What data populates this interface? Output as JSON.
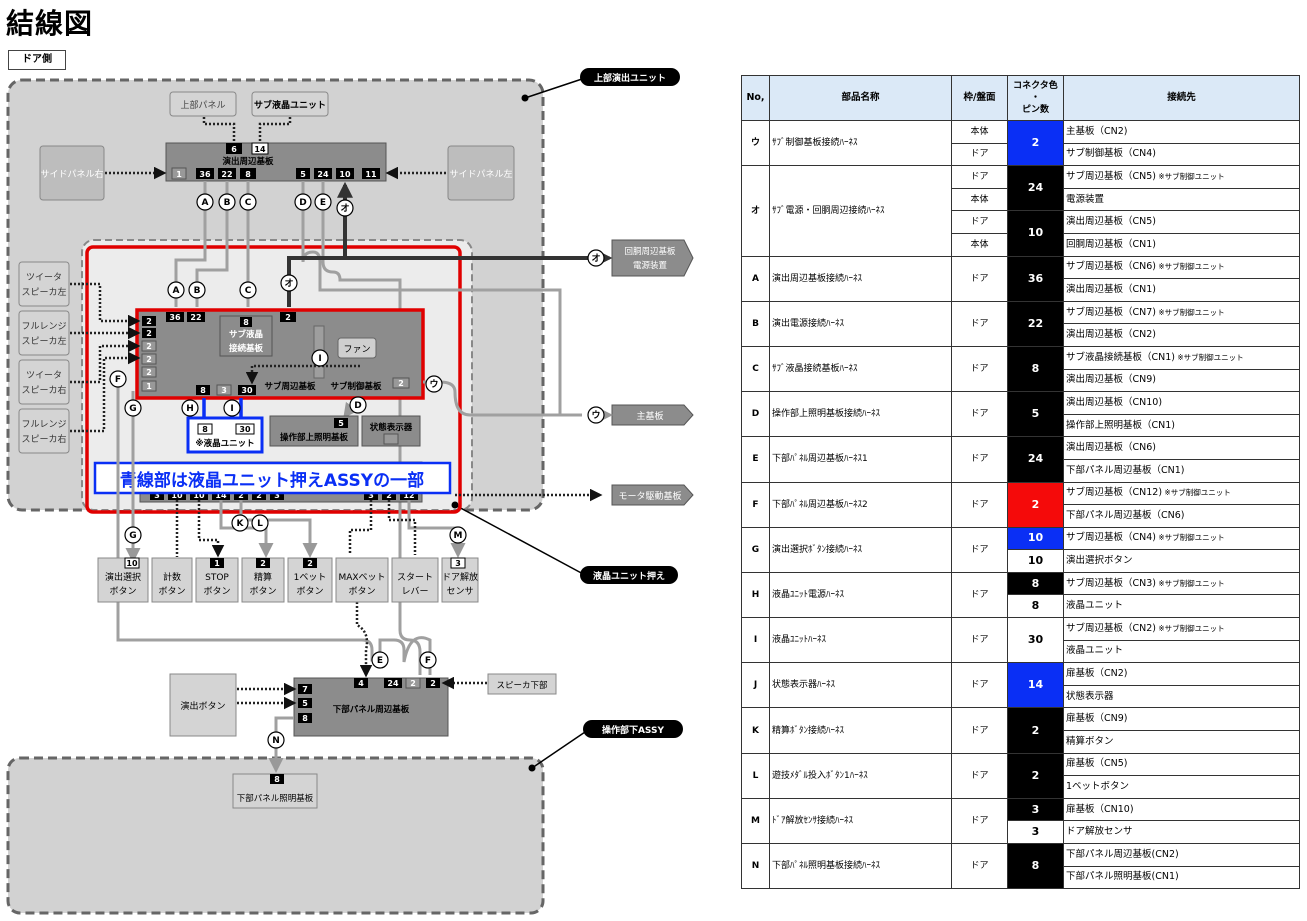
{
  "page": {
    "title": "結線図",
    "door_side": "ドア側"
  },
  "callouts": {
    "upper_unit": "上部演出ユニット",
    "lcd_holder": "液晶ユニット押え",
    "lower_assy": "操作部下ASSY",
    "blue_note": "青線部は液晶ユニット押えASSYの一部"
  },
  "boxes": {
    "upper_panel": "上部パネル",
    "sub_lcd_unit": "サブ液晶ユニット",
    "side_panel_right": "サイドパネル右",
    "side_panel_left": "サイドパネル左",
    "effect_board": "演出周辺基板",
    "tweeter_left_1": "ツイータ",
    "tweeter_left_2": "スピーカ左",
    "fullrange_left_1": "フルレンジ",
    "fullrange_left_2": "スピーカ左",
    "tweeter_right_1": "ツイータ",
    "tweeter_right_2": "スピーカ右",
    "fullrange_right_1": "フルレンジ",
    "fullrange_right_2": "スピーカ右",
    "sub_lcd_board_1": "サブ液晶",
    "sub_lcd_board_2": "接続基板",
    "fan": "ファン",
    "sub_periph_board": "サブ周辺基板",
    "sub_control_board": "サブ制御基板",
    "lcd_unit": "※液晶ユニット",
    "op_light_board": "操作部上照明基板",
    "status_display": "状態表示器",
    "ext_periph_1": "回胴周辺基板",
    "ext_periph_2": "電源装置",
    "main_board": "主基板",
    "motor_board": "モータ駆動基板",
    "btn_effect_select_1": "演出選択",
    "btn_effect_select_2": "ボタン",
    "btn_count_1": "計数",
    "btn_count_2": "ボタン",
    "btn_stop_1": "STOP",
    "btn_stop_2": "ボタン",
    "btn_settle_1": "精算",
    "btn_settle_2": "ボタン",
    "btn_1bet_1": "1ベット",
    "btn_1bet_2": "ボタン",
    "btn_maxbet_1": "MAXベット",
    "btn_maxbet_2": "ボタン",
    "btn_start_1": "スタート",
    "btn_start_2": "レバー",
    "btn_door_1": "ドア解放",
    "btn_door_2": "センサ",
    "effect_button": "演出ボタン",
    "speaker_lower": "スピーカ下部",
    "lower_panel_board": "下部パネル周辺基板",
    "lower_panel_light": "下部パネル照明基板"
  },
  "table": {
    "headers": {
      "no": "No,",
      "part": "部品名称",
      "frame": "枠/盤面",
      "pin_1": "コネクタ色",
      "pin_2": "・",
      "pin_3": "ピン数",
      "dest": "接続先"
    },
    "rows": [
      {
        "no": "ウ",
        "part": "ｻﾌﾞ制御基板接続ﾊｰﾈｽ",
        "frames": [
          "本体",
          "ドア"
        ],
        "pins": [
          {
            "v": "2",
            "c": "blue",
            "span": 2
          }
        ],
        "dests": [
          {
            "t": "主基板（CN2)",
            "n": ""
          },
          {
            "t": "サブ制御基板（CN4)",
            "n": ""
          }
        ]
      },
      {
        "no": "オ",
        "part": "ｻﾌﾞ電源・回胴周辺接続ﾊｰﾈｽ",
        "frames": [
          "ドア",
          "本体",
          "ドア",
          "本体"
        ],
        "pins": [
          {
            "v": "24",
            "c": "black",
            "span": 2
          },
          {
            "v": "10",
            "c": "black",
            "span": 2
          }
        ],
        "dests": [
          {
            "t": "サブ周辺基板（CN5)",
            "n": "※サブ制御ユニット"
          },
          {
            "t": "電源装置",
            "n": ""
          },
          {
            "t": "演出周辺基板（CN5)",
            "n": ""
          },
          {
            "t": "回胴周辺基板（CN1)",
            "n": ""
          }
        ]
      },
      {
        "no": "A",
        "part": "演出周辺基板接続ﾊｰﾈｽ",
        "frames": [
          "ドア"
        ],
        "pins": [
          {
            "v": "36",
            "c": "black",
            "span": 2
          }
        ],
        "dests": [
          {
            "t": "サブ周辺基板（CN6)",
            "n": "※サブ制御ユニット"
          },
          {
            "t": "演出周辺基板（CN1)",
            "n": ""
          }
        ]
      },
      {
        "no": "B",
        "part": "演出電源接続ﾊｰﾈｽ",
        "frames": [
          "ドア"
        ],
        "pins": [
          {
            "v": "22",
            "c": "black",
            "span": 2
          }
        ],
        "dests": [
          {
            "t": "サブ周辺基板（CN7)",
            "n": "※サブ制御ユニット"
          },
          {
            "t": "演出周辺基板（CN2)",
            "n": ""
          }
        ]
      },
      {
        "no": "C",
        "part": "ｻﾌﾞ液晶接続基板ﾊｰﾈｽ",
        "frames": [
          "ドア"
        ],
        "pins": [
          {
            "v": "8",
            "c": "black",
            "span": 2
          }
        ],
        "dests": [
          {
            "t": "サブ液晶接続基板（CN1)",
            "n": "※サブ制御ユニット"
          },
          {
            "t": "演出周辺基板（CN9)",
            "n": ""
          }
        ]
      },
      {
        "no": "D",
        "part": "操作部上照明基板接続ﾊｰﾈｽ",
        "frames": [
          "ドア"
        ],
        "pins": [
          {
            "v": "5",
            "c": "black",
            "span": 2
          }
        ],
        "dests": [
          {
            "t": "演出周辺基板（CN10)",
            "n": ""
          },
          {
            "t": "操作部上照明基板（CN1)",
            "n": ""
          }
        ]
      },
      {
        "no": "E",
        "part": "下部ﾊﾟﾈﾙ周辺基板ﾊｰﾈｽ1",
        "frames": [
          "ドア"
        ],
        "pins": [
          {
            "v": "24",
            "c": "black",
            "span": 2
          }
        ],
        "dests": [
          {
            "t": "演出周辺基板（CN6)",
            "n": ""
          },
          {
            "t": "下部パネル周辺基板（CN1)",
            "n": ""
          }
        ]
      },
      {
        "no": "F",
        "part": "下部ﾊﾟﾈﾙ周辺基板ﾊｰﾈｽ2",
        "frames": [
          "ドア"
        ],
        "pins": [
          {
            "v": "2",
            "c": "red",
            "span": 2
          }
        ],
        "dests": [
          {
            "t": "サブ周辺基板（CN12)",
            "n": "※サブ制御ユニット"
          },
          {
            "t": "下部パネル周辺基板（CN6)",
            "n": ""
          }
        ]
      },
      {
        "no": "G",
        "part": "演出選択ﾎﾞﾀﾝ接続ﾊｰﾈｽ",
        "frames": [
          "ドア"
        ],
        "pins": [
          {
            "v": "10",
            "c": "blue",
            "span": 1
          },
          {
            "v": "10",
            "c": "white",
            "span": 1
          }
        ],
        "dests": [
          {
            "t": "サブ周辺基板（CN4)",
            "n": "※サブ制御ユニット"
          },
          {
            "t": "演出選択ボタン",
            "n": ""
          }
        ]
      },
      {
        "no": "H",
        "part": "液晶ﾕﾆｯﾄ電源ﾊｰﾈｽ",
        "frames": [
          "ドア"
        ],
        "pins": [
          {
            "v": "8",
            "c": "black",
            "span": 1
          },
          {
            "v": "8",
            "c": "white",
            "span": 1
          }
        ],
        "dests": [
          {
            "t": "サブ周辺基板（CN3)",
            "n": "※サブ制御ユニット"
          },
          {
            "t": "液晶ユニット",
            "n": ""
          }
        ]
      },
      {
        "no": "I",
        "part": "液晶ﾕﾆｯﾄﾊｰﾈｽ",
        "frames": [
          "ドア"
        ],
        "pins": [
          {
            "v": "30",
            "c": "white",
            "span": 2
          }
        ],
        "dests": [
          {
            "t": "サブ周辺基板（CN2)",
            "n": "※サブ制御ユニット"
          },
          {
            "t": "液晶ユニット",
            "n": ""
          }
        ]
      },
      {
        "no": "J",
        "part": "状態表示器ﾊｰﾈｽ",
        "frames": [
          "ドア"
        ],
        "pins": [
          {
            "v": "14",
            "c": "blue",
            "span": 2
          }
        ],
        "dests": [
          {
            "t": "扉基板（CN2)",
            "n": ""
          },
          {
            "t": "状態表示器",
            "n": ""
          }
        ]
      },
      {
        "no": "K",
        "part": "精算ﾎﾞﾀﾝ接続ﾊｰﾈｽ",
        "frames": [
          "ドア"
        ],
        "pins": [
          {
            "v": "2",
            "c": "black",
            "span": 2
          }
        ],
        "dests": [
          {
            "t": "扉基板（CN9)",
            "n": ""
          },
          {
            "t": "精算ボタン",
            "n": ""
          }
        ]
      },
      {
        "no": "L",
        "part": "遊技ﾒﾀﾞﾙ投入ﾎﾞﾀﾝ1ﾊｰﾈｽ",
        "frames": [
          "ドア"
        ],
        "pins": [
          {
            "v": "2",
            "c": "black",
            "span": 2
          }
        ],
        "dests": [
          {
            "t": "扉基板（CN5)",
            "n": ""
          },
          {
            "t": "1ベットボタン",
            "n": ""
          }
        ]
      },
      {
        "no": "M",
        "part": "ﾄﾞｱ解放ｾﾝｻ接続ﾊｰﾈｽ",
        "frames": [
          "ドア"
        ],
        "pins": [
          {
            "v": "3",
            "c": "black",
            "span": 1
          },
          {
            "v": "3",
            "c": "white",
            "span": 1
          }
        ],
        "dests": [
          {
            "t": "扉基板（CN10)",
            "n": ""
          },
          {
            "t": "ドア解放センサ",
            "n": ""
          }
        ]
      },
      {
        "no": "N",
        "part": "下部ﾊﾟﾈﾙ照明基板接続ﾊｰﾈｽ",
        "frames": [
          "ドア"
        ],
        "pins": [
          {
            "v": "8",
            "c": "black",
            "span": 2
          }
        ],
        "dests": [
          {
            "t": "下部パネル周辺基板(CN2)",
            "n": ""
          },
          {
            "t": "下部パネル照明基板(CN1)",
            "n": ""
          }
        ]
      }
    ]
  },
  "colors": {
    "accent_red": "#e00000",
    "accent_blue": "#0a2ff5",
    "board_gray": "#8c8c8c",
    "box_gray": "#d4d4d4",
    "header_blue": "#dbe9f7"
  }
}
